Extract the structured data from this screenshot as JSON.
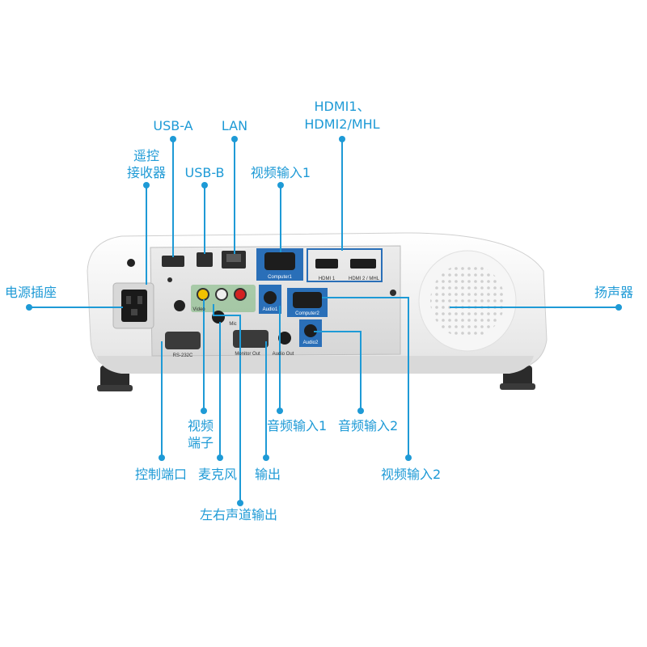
{
  "labels": {
    "usb_a": "USB-A",
    "lan": "LAN",
    "hdmi_line1": "HDMI1、",
    "hdmi_line2": "HDMI2/MHL",
    "remote_line1": "遥控",
    "remote_line2": "接收器",
    "usb_b": "USB-B",
    "video_in_1": "视频输入1",
    "power_socket": "电源插座",
    "speaker": "扬声器",
    "video_port_line1": "视频",
    "video_port_line2": "端子",
    "audio_in_1": "音频输入1",
    "audio_in_2": "音频输入2",
    "control_port": "控制端口",
    "microphone": "麦克风",
    "output": "输出",
    "video_in_2": "视频输入2",
    "lr_audio_out": "左右声道输出"
  },
  "panel_text": {
    "computer1": "Computer1",
    "computer2": "Computer2",
    "hdmi1": "HDMI 1",
    "hdmi2": "HDMI 2 / MHL",
    "audio1": "Audio1",
    "audio2": "Audio2",
    "rs232c": "RS-232C",
    "monitor_out": "Monitor Out",
    "audio_out": "Audio Out",
    "video": "Video",
    "mic": "Mic"
  },
  "colors": {
    "accent": "#1e9ad6",
    "panel_blue": "#2a6fb8",
    "body": "#f2f2f2"
  }
}
